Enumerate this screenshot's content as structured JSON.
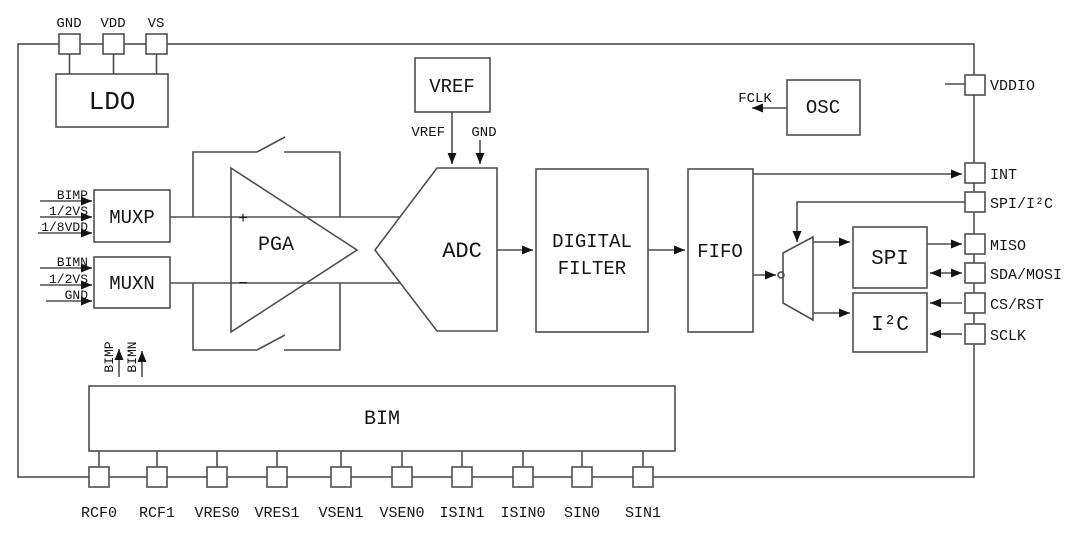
{
  "colors": {
    "line": "#4f4f4f",
    "text": "#141414",
    "background": "#ffffff"
  },
  "top_pins": [
    "GND",
    "VDD",
    "VS"
  ],
  "blocks": {
    "ldo": "LDO",
    "vref": "VREF",
    "osc": "OSC",
    "muxp": "MUXP",
    "muxn": "MUXN",
    "pga": "PGA",
    "adc": "ADC",
    "digital_filter": [
      "DIGITAL",
      "FILTER"
    ],
    "fifo": "FIFO",
    "spi": "SPI",
    "i2c": "I²C",
    "bim": "BIM"
  },
  "wire_labels": {
    "vref": "VREF",
    "gnd": "GND",
    "fclk": "FCLK",
    "bimp": "BIMP",
    "bimn": "BIMN",
    "plus": "+",
    "minus": "−"
  },
  "muxp_inputs": [
    "BIMP",
    "1/2VS",
    "1/8VDD"
  ],
  "muxn_inputs": [
    "BIMN",
    "1/2VS",
    "GND"
  ],
  "right_pins": [
    "VDDIO",
    "INT",
    "SPI/I²C",
    "MISO",
    "SDA/MOSI",
    "CS/RST",
    "SCLK"
  ],
  "bottom_pins": [
    "RCF0",
    "RCF1",
    "VRES0",
    "VRES1",
    "VSEN1",
    "VSEN0",
    "ISIN1",
    "ISIN0",
    "SIN0",
    "SIN1"
  ]
}
